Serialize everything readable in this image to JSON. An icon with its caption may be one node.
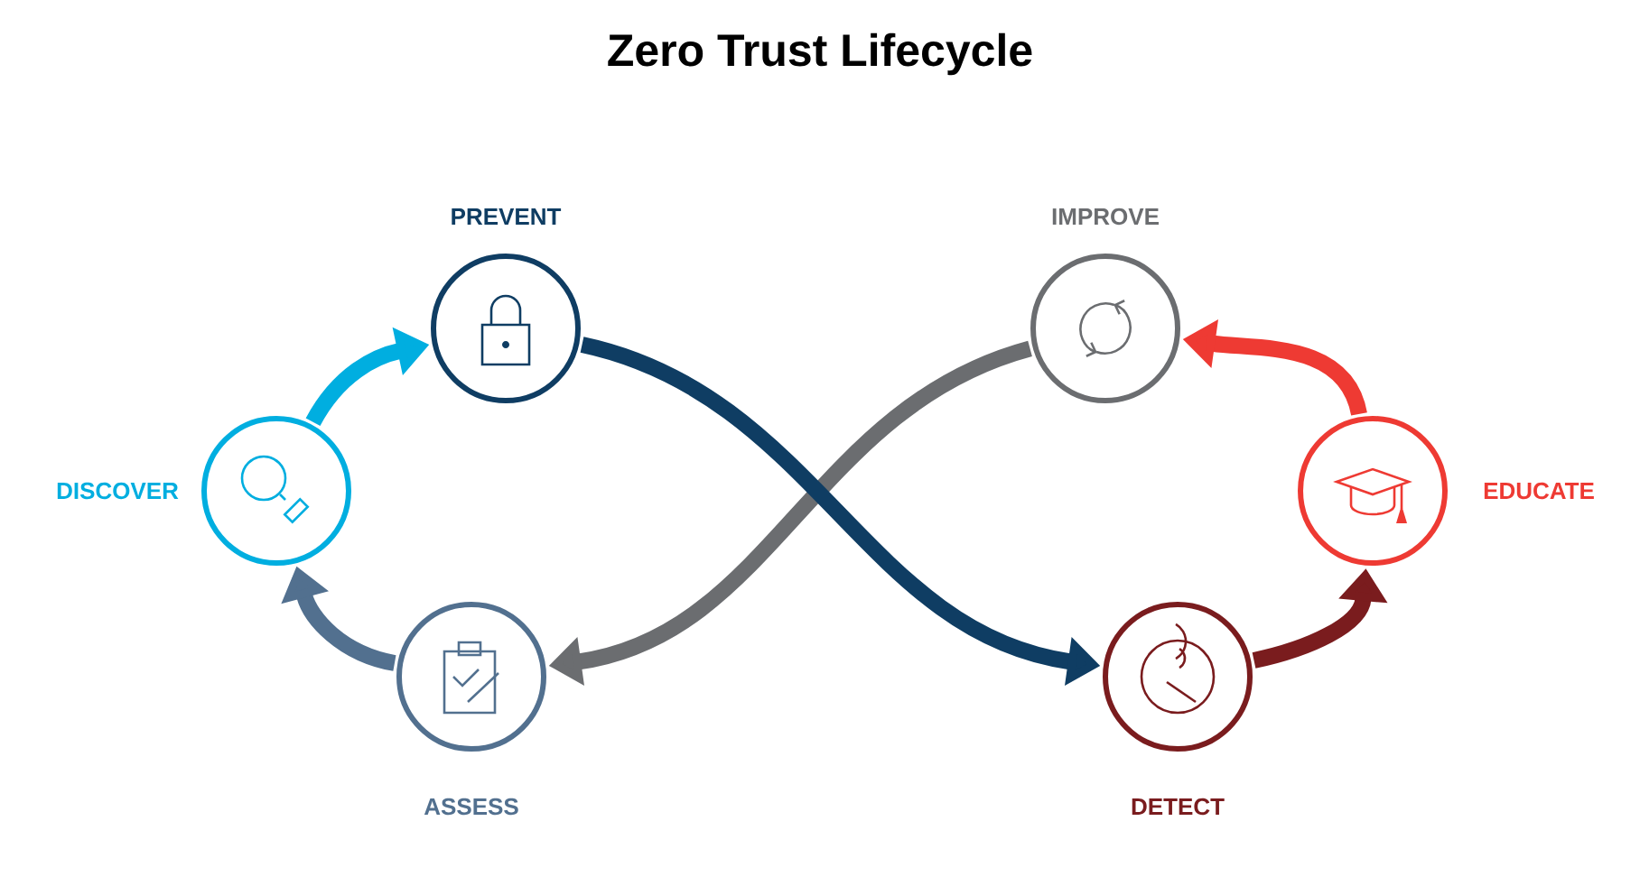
{
  "diagram": {
    "title": "Zero Trust Lifecycle",
    "nodes": [
      {
        "text": [
          "PREVENT"
        ]
      },
      {
        "text": [
          "IMPROVE"
        ]
      },
      {
        "text": [
          "DISCOVER"
        ]
      },
      {
        "text": [
          "EDUCATE"
        ]
      },
      {
        "text": [
          "ASSESS"
        ]
      },
      {
        "text": [
          "DETECT"
        ]
      }
    ],
    "edges": [
      {
        "from": 1,
        "to": 4,
        "arrow": "to",
        "color": "#6b6d70"
      },
      {
        "from": 0,
        "to": 5,
        "arrow": "to",
        "color": "#0f3d63"
      },
      {
        "from": 2,
        "to": 0,
        "arrow": "to",
        "color": "#00aee0"
      },
      {
        "from": 5,
        "to": 3,
        "arrow": "to",
        "color": "#7a1c1e"
      },
      {
        "from": 3,
        "to": 1,
        "arrow": "to",
        "color": "#ee3a33"
      },
      {
        "from": 4,
        "to": 2,
        "arrow": "to",
        "color": "#52708f"
      }
    ]
  }
}
